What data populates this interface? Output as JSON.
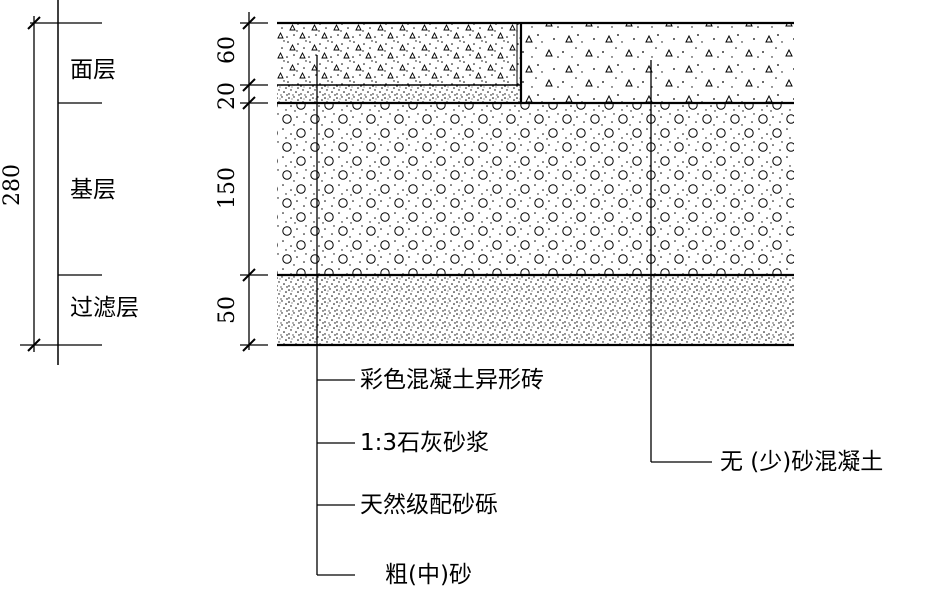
{
  "layers": {
    "surface": "面层",
    "base": "基层",
    "filter": "过滤层"
  },
  "dimensions": {
    "total": "280",
    "brick": "60",
    "mortar": "20",
    "base": "150",
    "filter": "50"
  },
  "callouts": {
    "colored_brick": "彩色混凝土异形砖",
    "lime_mortar": "1:3石灰砂浆",
    "gravel": "天然级配砂砾",
    "sand": "粗(中)砂",
    "no_fines_concrete": "无 (少)砂混凝土"
  }
}
